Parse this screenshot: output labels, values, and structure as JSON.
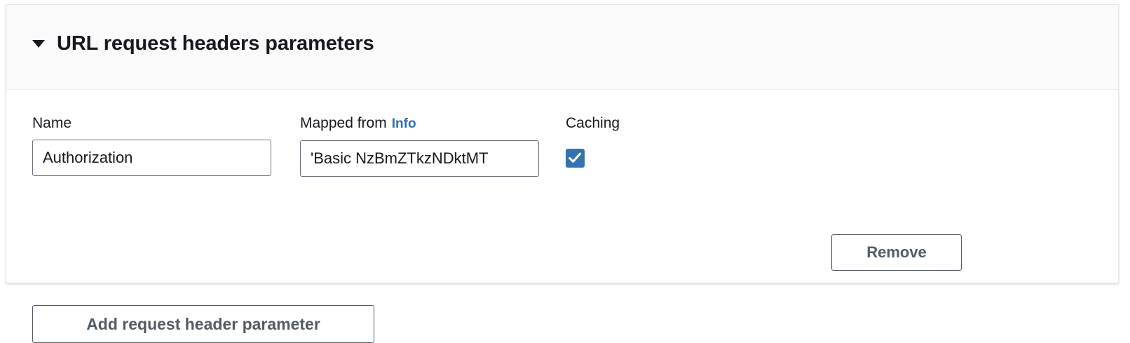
{
  "panel": {
    "title": "URL request headers parameters",
    "expanded": true,
    "caret_icon": "triangle-down-icon"
  },
  "columns": {
    "name_label": "Name",
    "mapped_from_label": "Mapped from",
    "info_link": "Info",
    "caching_label": "Caching"
  },
  "rows": [
    {
      "name_value": "Authorization",
      "name_placeholder": "",
      "mapped_from_value": "'Basic NzBmZTkzNDktMT",
      "mapped_from_placeholder": "",
      "caching_checked": true,
      "remove_label": "Remove"
    }
  ],
  "actions": {
    "add_label": "Add request header parameter"
  },
  "colors": {
    "accent_blue": "#3572b0",
    "link_blue": "#2c6eb5",
    "button_border": "#545b64",
    "input_border": "#687078",
    "header_bg": "#fafafa",
    "text": "#16191f"
  }
}
